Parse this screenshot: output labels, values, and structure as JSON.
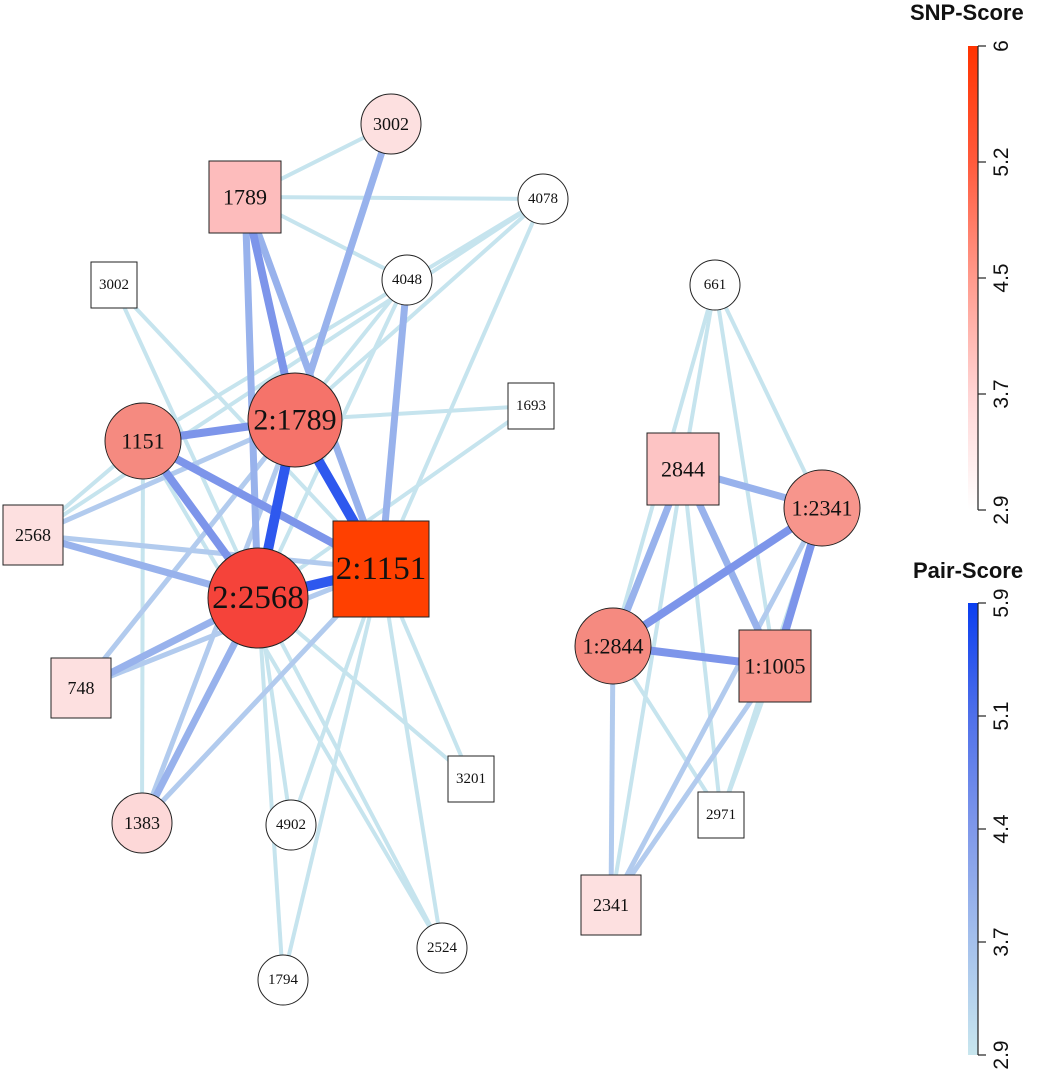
{
  "legend": {
    "snp_title": "SNP-Score",
    "snp_ticks": [
      "6",
      "5.2",
      "4.5",
      "3.7",
      "2.9"
    ],
    "snp_colors": [
      "#ffffff",
      "#ffd4d4",
      "#ff9a8c",
      "#ff5a3c",
      "#ff3300"
    ],
    "pair_title": "Pair-Score",
    "pair_ticks": [
      "5.9",
      "5.1",
      "4.4",
      "3.7",
      "2.9"
    ],
    "pair_colors": [
      "#c8e6ee",
      "#a4c0ec",
      "#7f98ea",
      "#4f70ea",
      "#0a3ef0"
    ]
  },
  "nodes": [
    {
      "id": "n3002c",
      "label": "3002",
      "shape": "circle",
      "fill": "#fde0e0",
      "size": "s"
    },
    {
      "id": "n1789s",
      "label": "1789",
      "shape": "square",
      "fill": "#fdbcbc",
      "size": "m"
    },
    {
      "id": "n4078",
      "label": "4078",
      "shape": "circle",
      "fill": "#ffffff",
      "size": "xs"
    },
    {
      "id": "n3002s",
      "label": "3002",
      "shape": "square",
      "fill": "#ffffff",
      "size": "xs"
    },
    {
      "id": "n4048",
      "label": "4048",
      "shape": "circle",
      "fill": "#ffffff",
      "size": "xs"
    },
    {
      "id": "n1693",
      "label": "1693",
      "shape": "square",
      "fill": "#ffffff",
      "size": "xs"
    },
    {
      "id": "n1151",
      "label": "1151",
      "shape": "circle",
      "fill": "#f58a80",
      "size": "m"
    },
    {
      "id": "n2_1789",
      "label": "2:1789",
      "shape": "circle",
      "fill": "#f5736a",
      "size": "l"
    },
    {
      "id": "n2568",
      "label": "2568",
      "shape": "square",
      "fill": "#fde0e0",
      "size": "s"
    },
    {
      "id": "n2_1151",
      "label": "2:1151",
      "shape": "square",
      "fill": "#ff4000",
      "size": "xl"
    },
    {
      "id": "n2_2568",
      "label": "2:2568",
      "shape": "circle",
      "fill": "#f5433a",
      "size": "xl"
    },
    {
      "id": "n748",
      "label": "748",
      "shape": "square",
      "fill": "#fde0e0",
      "size": "s"
    },
    {
      "id": "n3201",
      "label": "3201",
      "shape": "square",
      "fill": "#ffffff",
      "size": "xs"
    },
    {
      "id": "n1383",
      "label": "1383",
      "shape": "circle",
      "fill": "#fdd8d8",
      "size": "s"
    },
    {
      "id": "n4902",
      "label": "4902",
      "shape": "circle",
      "fill": "#ffffff",
      "size": "xs"
    },
    {
      "id": "n2524",
      "label": "2524",
      "shape": "circle",
      "fill": "#ffffff",
      "size": "xs"
    },
    {
      "id": "n1794",
      "label": "1794",
      "shape": "circle",
      "fill": "#ffffff",
      "size": "xs"
    },
    {
      "id": "n661",
      "label": "661",
      "shape": "circle",
      "fill": "#ffffff",
      "size": "xs"
    },
    {
      "id": "n2844",
      "label": "2844",
      "shape": "square",
      "fill": "#fdc4c4",
      "size": "m"
    },
    {
      "id": "n1_2341",
      "label": "1:2341",
      "shape": "circle",
      "fill": "#f7958c",
      "size": "m"
    },
    {
      "id": "n1_2844",
      "label": "1:2844",
      "shape": "circle",
      "fill": "#f58a80",
      "size": "m"
    },
    {
      "id": "n1_1005",
      "label": "1:1005",
      "shape": "square",
      "fill": "#f7958c",
      "size": "m"
    },
    {
      "id": "n2971",
      "label": "2971",
      "shape": "square",
      "fill": "#ffffff",
      "size": "xs"
    },
    {
      "id": "n2341",
      "label": "2341",
      "shape": "square",
      "fill": "#fde0e0",
      "size": "s"
    }
  ],
  "edges": [
    {
      "a": "n2_2568",
      "b": "n2_1151",
      "level": 5
    },
    {
      "a": "n2_1789",
      "b": "n2_1151",
      "level": 5
    },
    {
      "a": "n2_1789",
      "b": "n2_2568",
      "level": 5
    },
    {
      "a": "n1151",
      "b": "n2_1789",
      "level": 4
    },
    {
      "a": "n1151",
      "b": "n2_2568",
      "level": 4
    },
    {
      "a": "n1151",
      "b": "n2_1151",
      "level": 4
    },
    {
      "a": "n1789s",
      "b": "n2_1789",
      "level": 4
    },
    {
      "a": "n1789s",
      "b": "n2_1151",
      "level": 3
    },
    {
      "a": "n1789s",
      "b": "n2_2568",
      "level": 3
    },
    {
      "a": "n3002c",
      "b": "n2_1789",
      "level": 3
    },
    {
      "a": "n3002c",
      "b": "n1789s",
      "level": 1
    },
    {
      "a": "n4048",
      "b": "n2_1151",
      "level": 3
    },
    {
      "a": "n2568",
      "b": "n2_2568",
      "level": 3
    },
    {
      "a": "n2568",
      "b": "n2_1151",
      "level": 2
    },
    {
      "a": "n2568",
      "b": "n2_1789",
      "level": 2
    },
    {
      "a": "n748",
      "b": "n2_2568",
      "level": 3
    },
    {
      "a": "n748",
      "b": "n2_1789",
      "level": 2
    },
    {
      "a": "n748",
      "b": "n2_1151",
      "level": 2
    },
    {
      "a": "n1383",
      "b": "n2_2568",
      "level": 3
    },
    {
      "a": "n1383",
      "b": "n2_1151",
      "level": 2
    },
    {
      "a": "n1383",
      "b": "n2_1789",
      "level": 2
    },
    {
      "a": "n1383",
      "b": "n1151",
      "level": 1
    },
    {
      "a": "n3002s",
      "b": "n2_1151",
      "level": 1
    },
    {
      "a": "n3002s",
      "b": "n2_2568",
      "level": 1
    },
    {
      "a": "n4078",
      "b": "n2_1789",
      "level": 1
    },
    {
      "a": "n4078",
      "b": "n1151",
      "level": 1
    },
    {
      "a": "n4078",
      "b": "n2_1151",
      "level": 1
    },
    {
      "a": "n4078",
      "b": "n1789s",
      "level": 1
    },
    {
      "a": "n4048",
      "b": "n1789s",
      "level": 1
    },
    {
      "a": "n4048",
      "b": "n2_2568",
      "level": 1
    },
    {
      "a": "n4048",
      "b": "n748",
      "level": 1
    },
    {
      "a": "n1693",
      "b": "n2_1789",
      "level": 1
    },
    {
      "a": "n1693",
      "b": "n2_2568",
      "level": 1
    },
    {
      "a": "n3201",
      "b": "n2_1151",
      "level": 1
    },
    {
      "a": "n3201",
      "b": "n2_2568",
      "level": 1
    },
    {
      "a": "n4902",
      "b": "n2_1151",
      "level": 1
    },
    {
      "a": "n4902",
      "b": "n2_2568",
      "level": 1
    },
    {
      "a": "n2524",
      "b": "n2_1151",
      "level": 1
    },
    {
      "a": "n2524",
      "b": "n2_2568",
      "level": 1
    },
    {
      "a": "n2524",
      "b": "n1151",
      "level": 1
    },
    {
      "a": "n1794",
      "b": "n2_1151",
      "level": 1
    },
    {
      "a": "n1794",
      "b": "n2_2568",
      "level": 1
    },
    {
      "a": "n2568",
      "b": "n1151",
      "level": 1
    },
    {
      "a": "n2568",
      "b": "n4078",
      "level": 1
    },
    {
      "a": "n2844",
      "b": "n1_2341",
      "level": 3
    },
    {
      "a": "n2844",
      "b": "n1_1005",
      "level": 3
    },
    {
      "a": "n2844",
      "b": "n1_2844",
      "level": 3
    },
    {
      "a": "n1_2844",
      "b": "n1_2341",
      "level": 4
    },
    {
      "a": "n1_2844",
      "b": "n1_1005",
      "level": 4
    },
    {
      "a": "n1_2341",
      "b": "n1_1005",
      "level": 4
    },
    {
      "a": "n2341",
      "b": "n1_2844",
      "level": 2
    },
    {
      "a": "n2341",
      "b": "n1_1005",
      "level": 2
    },
    {
      "a": "n2341",
      "b": "n1_2341",
      "level": 2
    },
    {
      "a": "n661",
      "b": "n2844",
      "level": 1
    },
    {
      "a": "n661",
      "b": "n1_2341",
      "level": 1
    },
    {
      "a": "n661",
      "b": "n1_2844",
      "level": 1
    },
    {
      "a": "n661",
      "b": "n1_1005",
      "level": 1
    },
    {
      "a": "n2971",
      "b": "n2844",
      "level": 1
    },
    {
      "a": "n2971",
      "b": "n1_2341",
      "level": 1
    },
    {
      "a": "n2971",
      "b": "n1_1005",
      "level": 1
    },
    {
      "a": "n2971",
      "b": "n1_2844",
      "level": 1
    },
    {
      "a": "n2341",
      "b": "n2844",
      "level": 1
    }
  ]
}
